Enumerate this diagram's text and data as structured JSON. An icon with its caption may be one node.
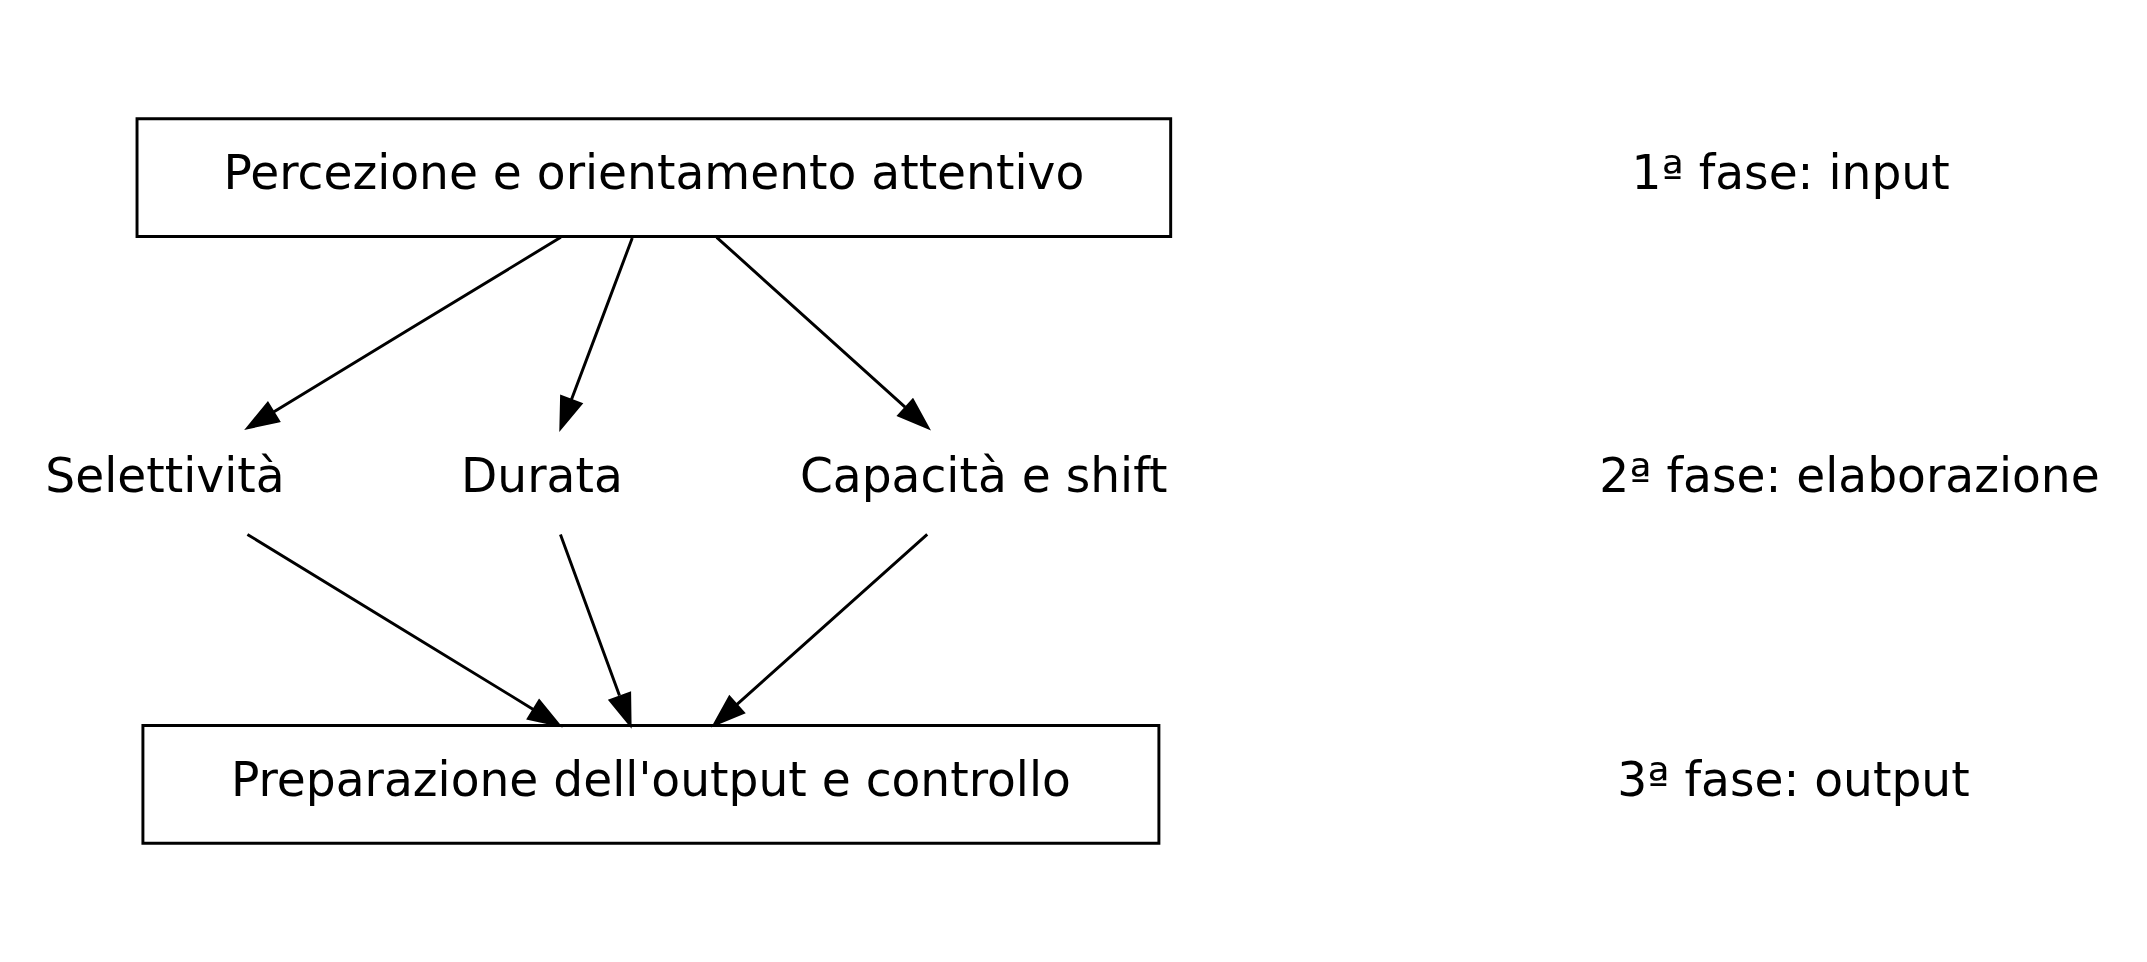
{
  "diagram": {
    "nodes": [
      {
        "text": [
          "Percezione e orientamento attentivo"
        ]
      },
      {
        "text": [
          "Selettività"
        ]
      },
      {
        "text": [
          "Durata"
        ]
      },
      {
        "text": [
          "Capacità e shift"
        ]
      },
      {
        "text": [
          "Preparazione dell'output e controllo"
        ]
      }
    ],
    "edges": [
      {
        "from": 0,
        "to": 1,
        "arrow": "to"
      },
      {
        "from": 0,
        "to": 2,
        "arrow": "to"
      },
      {
        "from": 0,
        "to": 3,
        "arrow": "to"
      },
      {
        "from": 1,
        "to": 4,
        "arrow": "to"
      },
      {
        "from": 2,
        "to": 4,
        "arrow": "to"
      },
      {
        "from": 3,
        "to": 4,
        "arrow": "to"
      }
    ],
    "labels": [
      "1ª fase: input",
      "2ª fase: elaborazione",
      "3ª fase: output"
    ]
  }
}
